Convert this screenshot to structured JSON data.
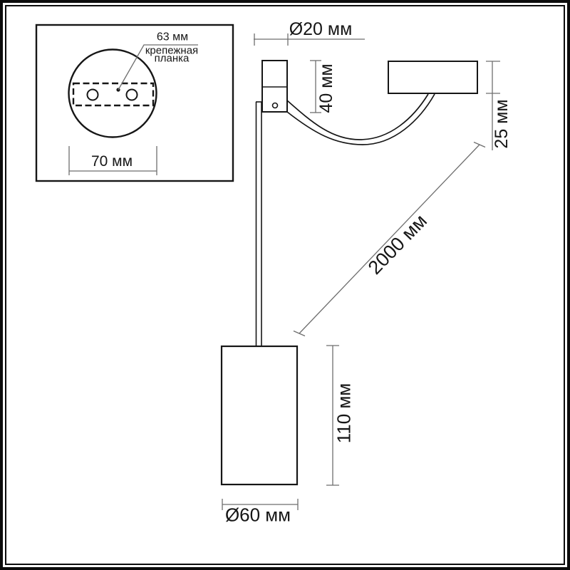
{
  "inset": {
    "hole_spacing_label": "63 мм",
    "bracket_label_line1": "крепежная",
    "bracket_label_line2": "планка",
    "plate_width_label": "70 мм"
  },
  "main": {
    "stem_diameter_label": "Ø20 мм",
    "bracket_height_label": "40 мм",
    "canopy_height_label": "25 мм",
    "cable_length_label": "2000 мм",
    "shade_height_label": "110 мм",
    "shade_diameter_label": "Ø60 мм"
  },
  "colors": {
    "outline": "#161616",
    "dimension_line": "#6e6e6e",
    "background": "#ffffff"
  }
}
